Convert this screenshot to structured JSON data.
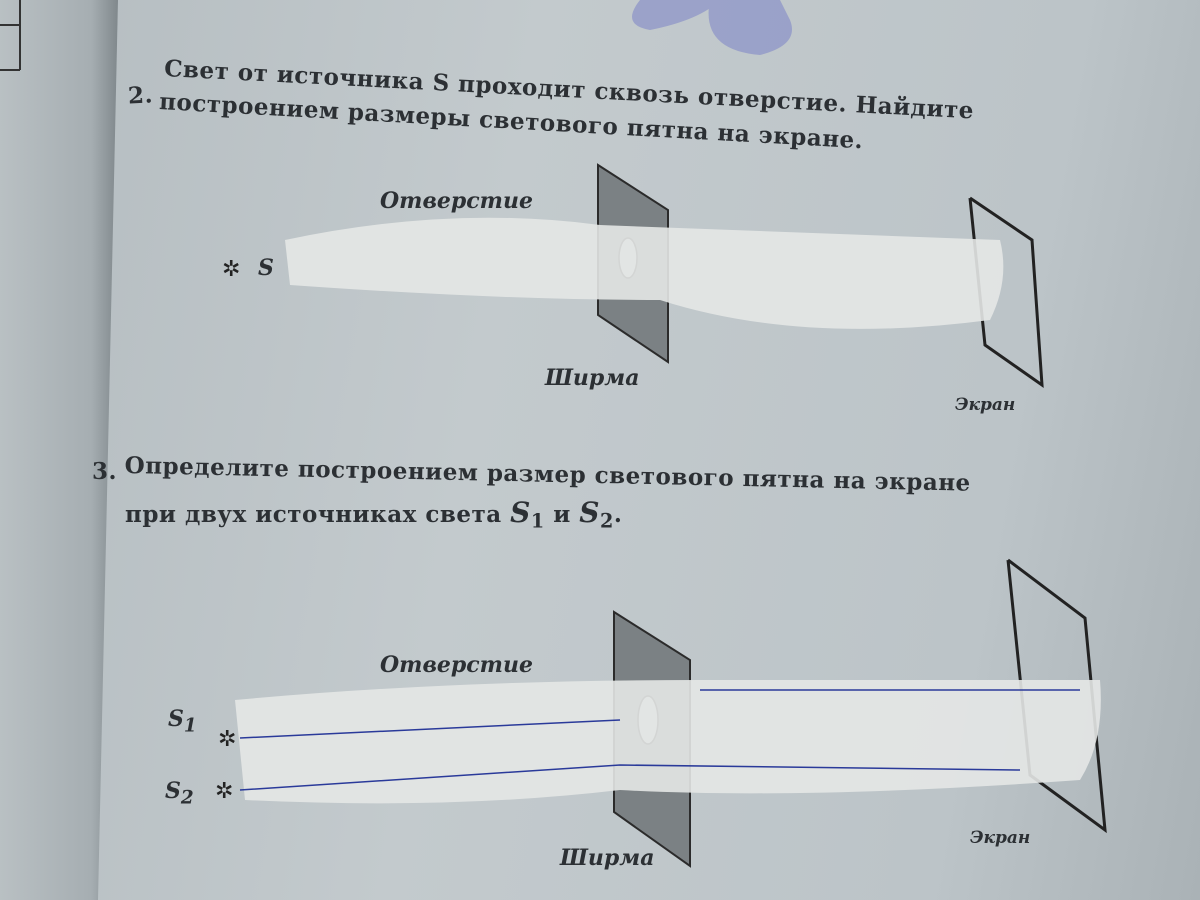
{
  "task2": {
    "number": "2.",
    "line1": "Свет от источника S проходит сквозь отверстие. Найдите",
    "line2": "построением размеры светового пятна на экране.",
    "labels": {
      "hole": "Отверстие",
      "source": "S",
      "screen_plate": "Ширма",
      "screen": "Экран"
    }
  },
  "task3": {
    "number": "3.",
    "line1": "Определите построением размер светового пятна на экране",
    "line2_prefix": "при двух источниках света ",
    "s1": "S",
    "s1_sub": "1",
    "conj": " и ",
    "s2": "S",
    "s2_sub": "2",
    "end": ".",
    "labels": {
      "hole": "Отверстие",
      "source1": "S",
      "source1_sub": "1",
      "source2": "S",
      "source2_sub": "2",
      "screen_plate": "Ширма",
      "screen": "Экран"
    }
  }
}
